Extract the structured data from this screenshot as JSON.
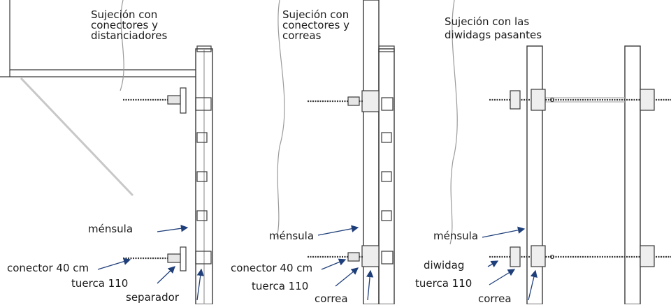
{
  "titles": {
    "panel1": [
      "Sujeción con",
      "conectores y",
      "distanciadores"
    ],
    "panel2": [
      "Sujeción con",
      "conectores y",
      "correas"
    ],
    "panel3": [
      "Sujeción con las",
      "diwidags pasantes"
    ]
  },
  "labels": {
    "p1_mensula": "ménsula",
    "p1_conector": "conector 40 cm",
    "p1_tuerca": "tuerca 110",
    "p1_separador": "separador",
    "p2_mensula": "ménsula",
    "p2_conector": "conector 40 cm",
    "p2_tuerca": "tuerca 110",
    "p2_correa": "correa",
    "p3_mensula": "ménsula",
    "p3_diwidag": "diwidag",
    "p3_tuerca": "tuerca 110",
    "p3_correa": "correa"
  },
  "colors": {
    "line": "#3a3a3a",
    "arrow": "#1f3f7a",
    "text": "#1b1b1b"
  }
}
